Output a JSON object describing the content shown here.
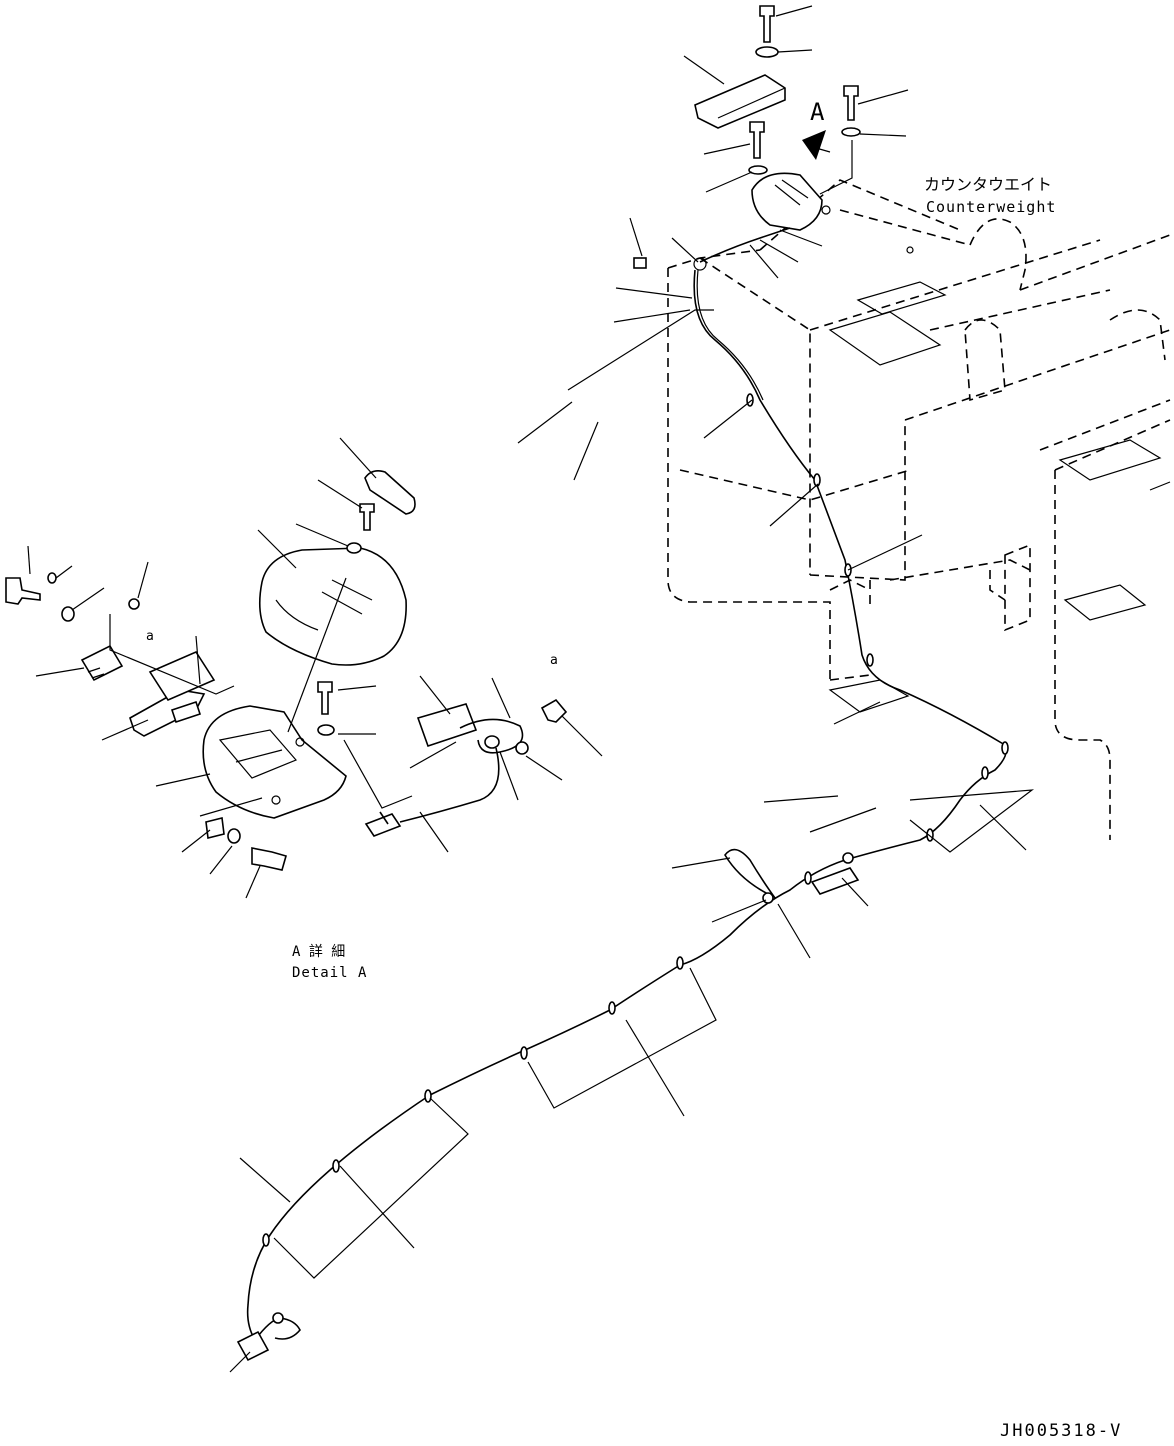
{
  "labels": {
    "counterweight_jp": "カウンタウエイト",
    "counterweight_en": "Counterweight",
    "view_arrow": "A",
    "detail_jp": "A 詳 細",
    "detail_en": "Detail A",
    "ref_a_1": "a",
    "ref_a_2": "a",
    "drawing_number": "JH005318-V"
  }
}
